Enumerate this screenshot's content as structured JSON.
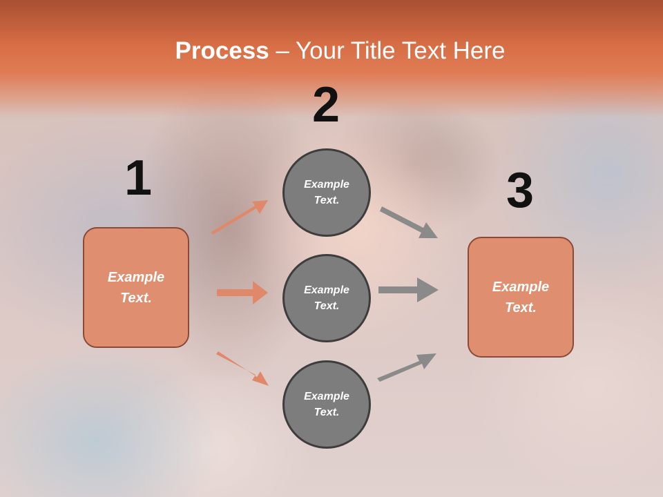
{
  "slide": {
    "title_bold": "Process",
    "title_rest": " – Your Title Text Here"
  },
  "steps": {
    "one": {
      "number": "1",
      "box_line1": "Example",
      "box_line2": "Text."
    },
    "two": {
      "number": "2",
      "circles": [
        {
          "line1": "Example",
          "line2": "Text."
        },
        {
          "line1": "Example",
          "line2": "Text."
        },
        {
          "line1": "Example",
          "line2": "Text."
        }
      ]
    },
    "three": {
      "number": "3",
      "box_line1": "Example",
      "box_line2": "Text."
    }
  },
  "colors": {
    "title_band": "#d86f46",
    "box_fill": "#df8f6f",
    "box_border": "#8a4a37",
    "circle_fill": "#7d7d7d",
    "orange_arrow": "#e0896a",
    "gray_arrow": "#8a8a8a"
  }
}
